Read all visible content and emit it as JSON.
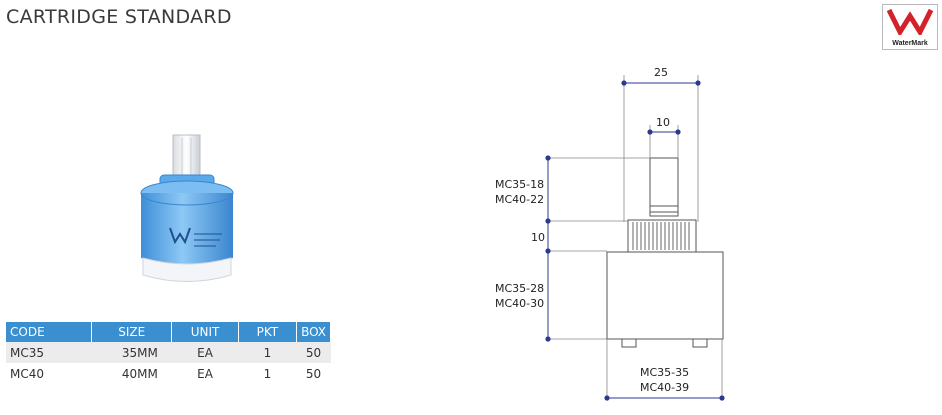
{
  "title": "CARTRIDGE STANDARD",
  "logo_text": "WaterMark",
  "table": {
    "headers": [
      "CODE",
      "SIZE",
      "UNIT",
      "PKT",
      "BOX"
    ],
    "rows": [
      [
        "MC35",
        "35MM",
        "EA",
        "1",
        "50"
      ],
      [
        "MC40",
        "40MM",
        "EA",
        "1",
        "50"
      ]
    ]
  },
  "diagram": {
    "width_top": "25",
    "width_stem": "10",
    "stem_len_1": "MC35-18",
    "stem_len_2": "MC40-22",
    "spline_h": "10",
    "body_h_1": "MC35-28",
    "body_h_2": "MC40-30",
    "body_w_1": "MC35-35",
    "body_w_2": "MC40-39"
  },
  "colors": {
    "header_blue": "#3a8fd0",
    "product_blue": "#4aa3e8",
    "dim_blue": "#2b3a8f",
    "logo_red": "#d2232a"
  }
}
